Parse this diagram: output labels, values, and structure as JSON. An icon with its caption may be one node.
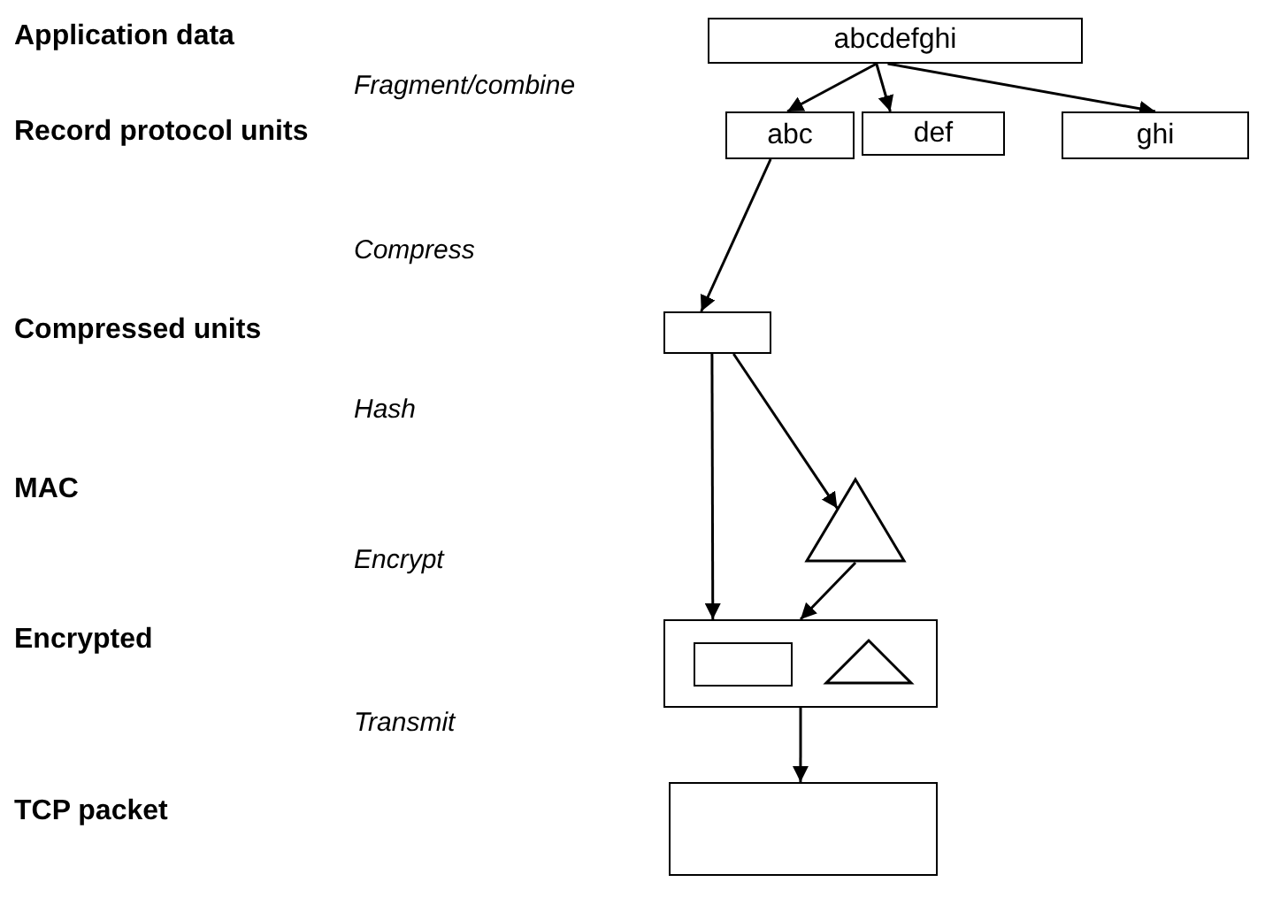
{
  "diagram": {
    "nodes": [
      {
        "text": [
          "abcdefghi"
        ]
      },
      {
        "text": [
          "abc"
        ]
      },
      {
        "text": [
          "def"
        ]
      },
      {
        "text": [
          "ghi"
        ]
      },
      {
        "text": [],
        "shape": "box"
      },
      {
        "text": [],
        "shape": "triangle"
      },
      {
        "text": [],
        "shape": "box"
      },
      {
        "text": [],
        "shape": "box",
        "in": 6
      },
      {
        "text": [],
        "shape": "triangle",
        "in": 6
      },
      {
        "text": [],
        "shape": "box"
      }
    ],
    "edges": [
      {
        "from": 0,
        "to": 1,
        "arrow": "to"
      },
      {
        "from": 0,
        "to": 2,
        "arrow": "to"
      },
      {
        "from": 0,
        "to": 3,
        "arrow": "to"
      },
      {
        "from": 1,
        "to": 4,
        "arrow": "to"
      },
      {
        "from": 4,
        "to": 6,
        "arrow": "to"
      },
      {
        "from": 4,
        "to": 5,
        "arrow": "to"
      },
      {
        "from": 5,
        "to": 6,
        "arrow": "to"
      },
      {
        "from": 6,
        "to": 9,
        "arrow": "to"
      }
    ],
    "labels": [
      "Application data",
      "Fragment/combine",
      "Record protocol units",
      "Compress",
      "Compressed units",
      "Hash",
      "MAC",
      "Encrypt",
      "Encrypted",
      "Transmit",
      "TCP packet"
    ]
  }
}
